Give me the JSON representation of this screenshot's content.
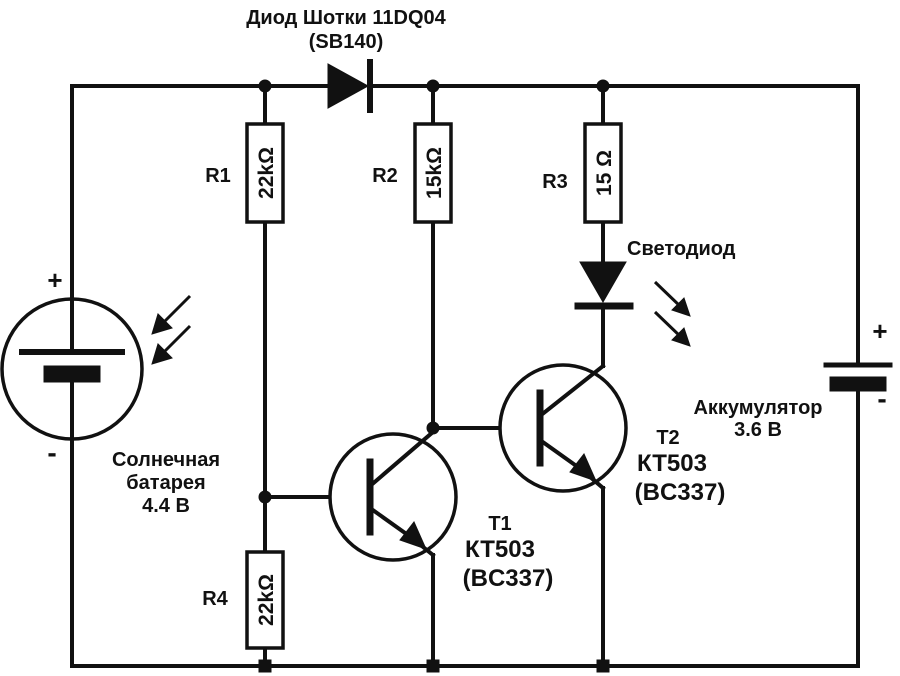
{
  "diode_schottky": {
    "title": "Диод Шотки 11DQ04",
    "alt": "(SB140)"
  },
  "resistors": {
    "r1": {
      "ref": "R1",
      "value": "22kΩ"
    },
    "r2": {
      "ref": "R2",
      "value": "15kΩ"
    },
    "r3": {
      "ref": "R3",
      "value": "15 Ω"
    },
    "r4": {
      "ref": "R4",
      "value": "22kΩ"
    }
  },
  "led": {
    "label": "Светодиод"
  },
  "solar": {
    "plus": "+",
    "minus": "-",
    "line1": "Солнечная",
    "line2": "батарея",
    "line3": "4.4 В"
  },
  "battery": {
    "plus": "+",
    "minus": "-",
    "line1": "Аккумулятор",
    "line2": "3.6 В"
  },
  "t1": {
    "ref": "T1",
    "type": "КТ503",
    "alt": "(BC337)"
  },
  "t2": {
    "ref": "T2",
    "type": "КТ503",
    "alt": "(BC337)"
  }
}
